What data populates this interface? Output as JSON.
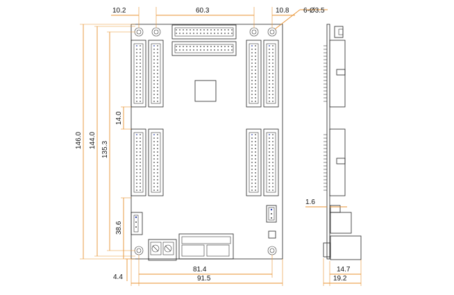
{
  "dimensions": {
    "top_left": "10.2",
    "top_middle": "60.3",
    "top_right": "10.8",
    "holes": "6-Ø3.5",
    "height_146": "146.0",
    "height_144": "144.0",
    "height_135": "135.3",
    "spacing_14": "14.0",
    "height_38": "38.6",
    "offset_4": "4.4",
    "width_81": "81.4",
    "width_91": "91.5",
    "thickness": "1.6",
    "side_14": "14.7",
    "side_19": "19.2"
  },
  "colors": {
    "dimension": "#e8912f",
    "outline": "#222222",
    "accent": "#2a3fa8"
  }
}
